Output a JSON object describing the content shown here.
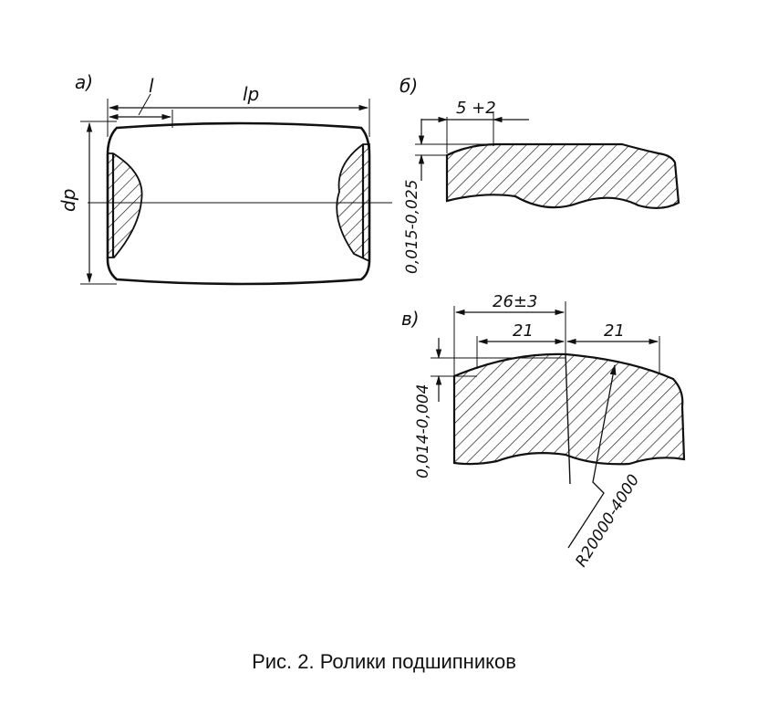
{
  "figure": {
    "caption": "Рис. 2. Ролики подшипников",
    "ink_color": "#111111",
    "background_color": "#ffffff"
  },
  "view_a": {
    "label": "а)",
    "dim_l": "l",
    "dim_lp": "lp",
    "dim_dp": "dp"
  },
  "view_b": {
    "label": "б)",
    "dim_length": "5 +2",
    "dim_depth": "0,015-0,025"
  },
  "view_v": {
    "label": "в)",
    "dim_total": "26±3",
    "dim_left": "21",
    "dim_right": "21",
    "dim_depth": "0,014-0,004",
    "dim_radius": "R20000-4000"
  }
}
